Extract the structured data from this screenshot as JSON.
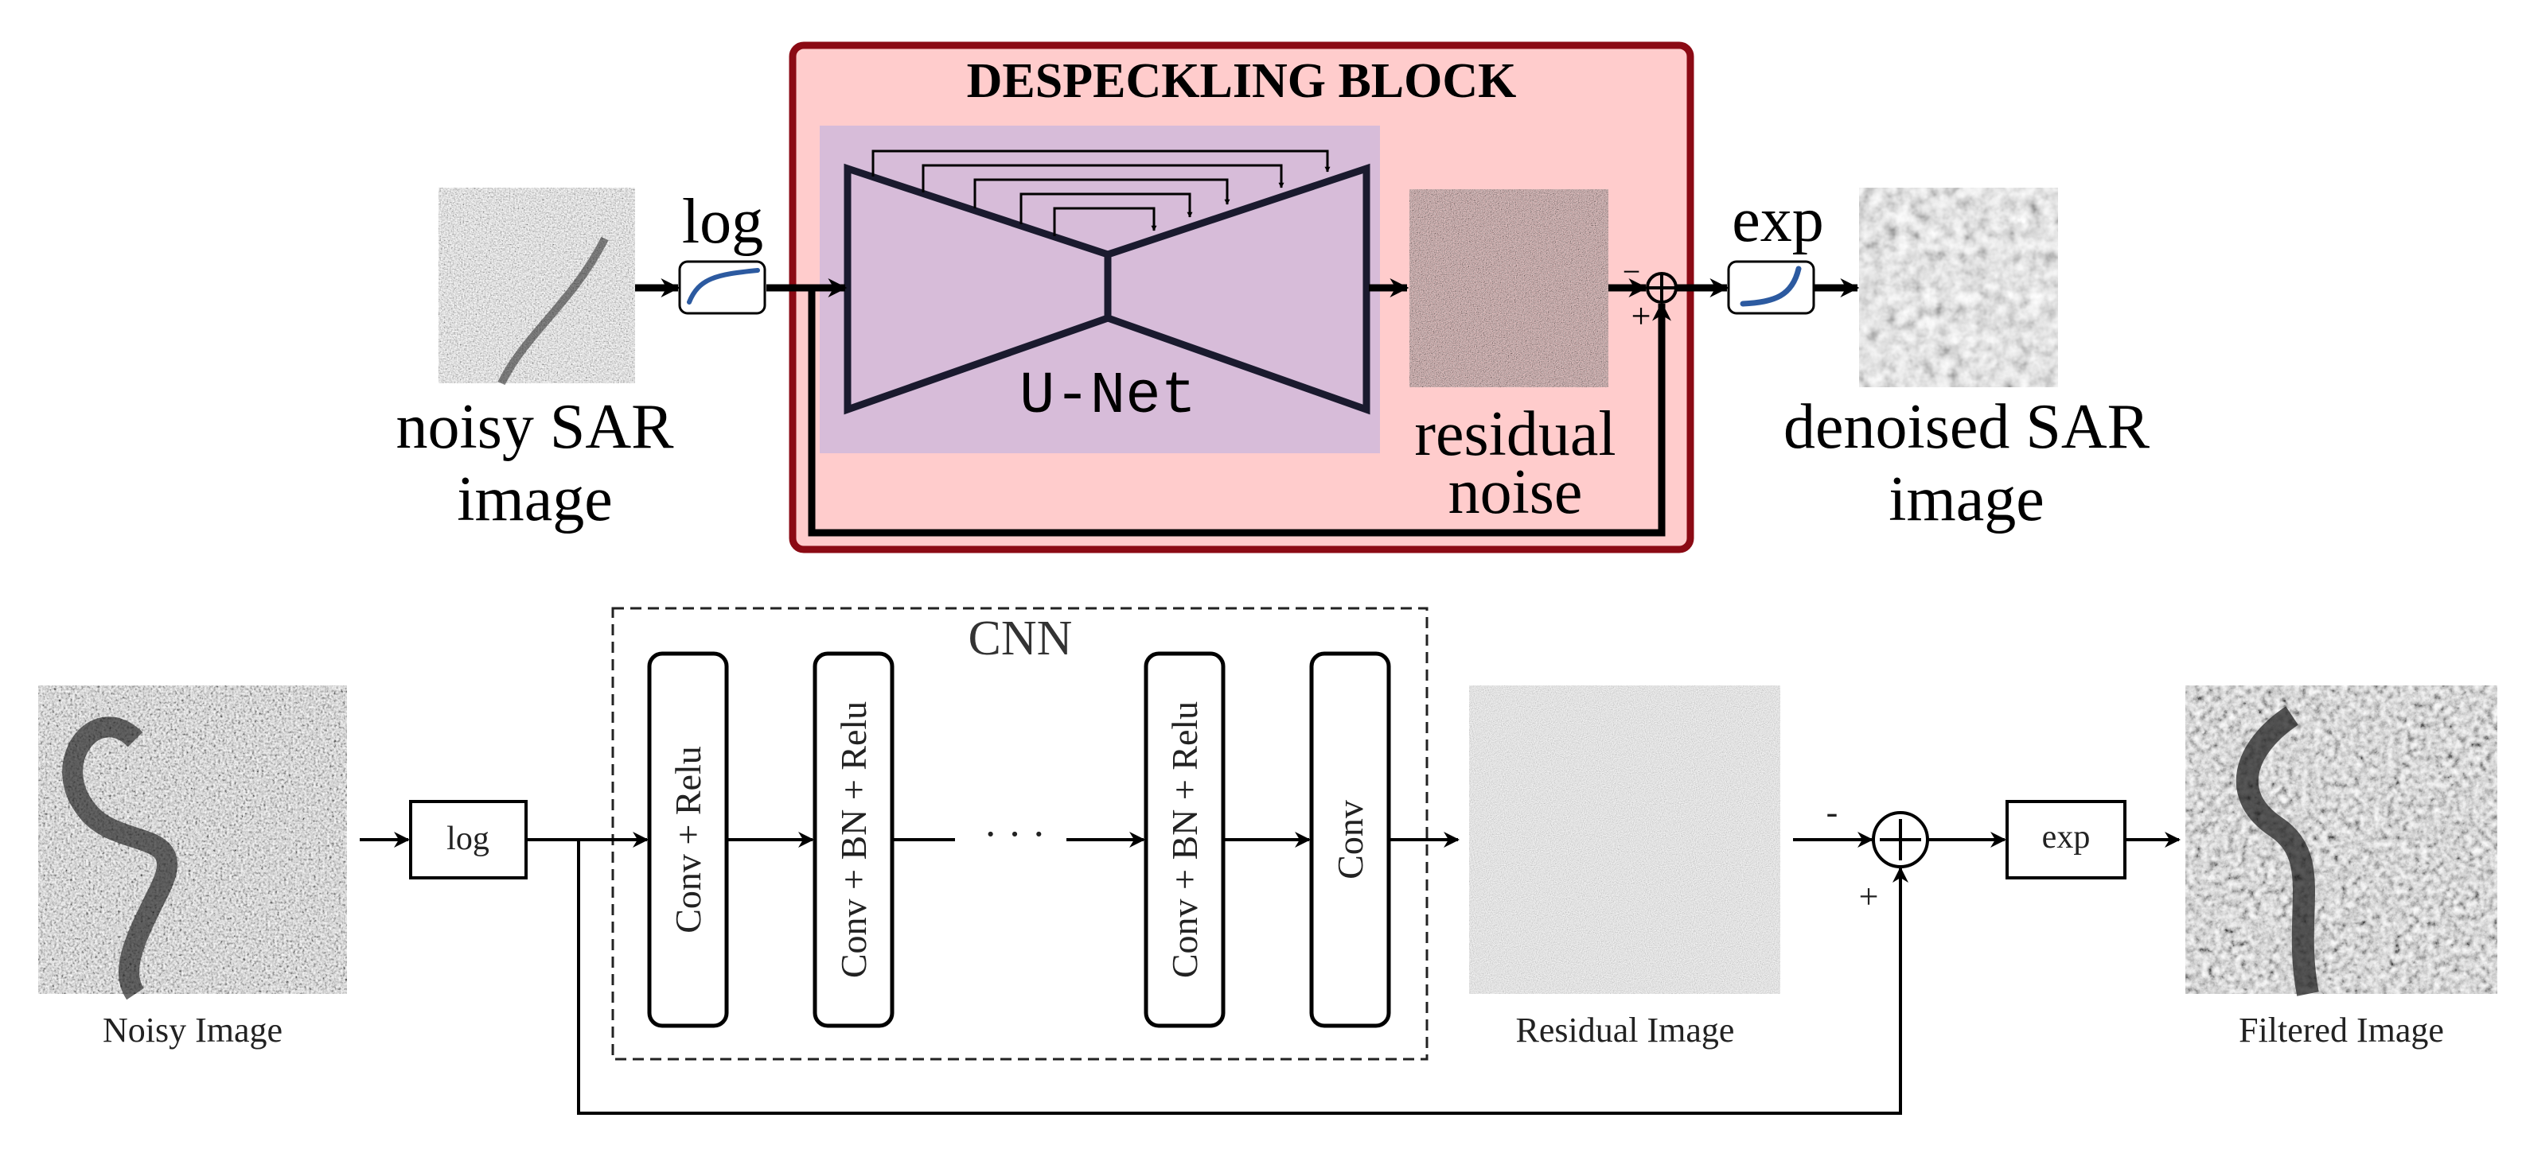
{
  "top": {
    "block_title": "DESPECKLING BLOCK",
    "log_label": "log",
    "exp_label": "exp",
    "unet_label": "U-Net",
    "input_caption_line1": "noisy SAR",
    "input_caption_line2": "image",
    "residual_caption_line1": "residual",
    "residual_caption_line2": "noise",
    "output_caption_line1": "denoised SAR",
    "output_caption_line2": "image",
    "minus_sign": "−",
    "plus_sign": "+",
    "colors": {
      "block_fill": "#ffcccc",
      "block_border": "#8b0a14",
      "unet_fill": "#d7bcd9",
      "curve": "#2c5aa0"
    }
  },
  "bottom": {
    "cnn_label": "CNN",
    "log_label": "log",
    "exp_label": "exp",
    "layers": [
      "Conv + Relu",
      "Conv + BN + Relu",
      "Conv + BN + Relu",
      "Conv"
    ],
    "ellipsis": "· · ·",
    "noisy_caption": "Noisy Image",
    "residual_caption": "Residual Image",
    "filtered_caption": "Filtered Image",
    "minus_sign": "-",
    "plus_sign": "+"
  }
}
